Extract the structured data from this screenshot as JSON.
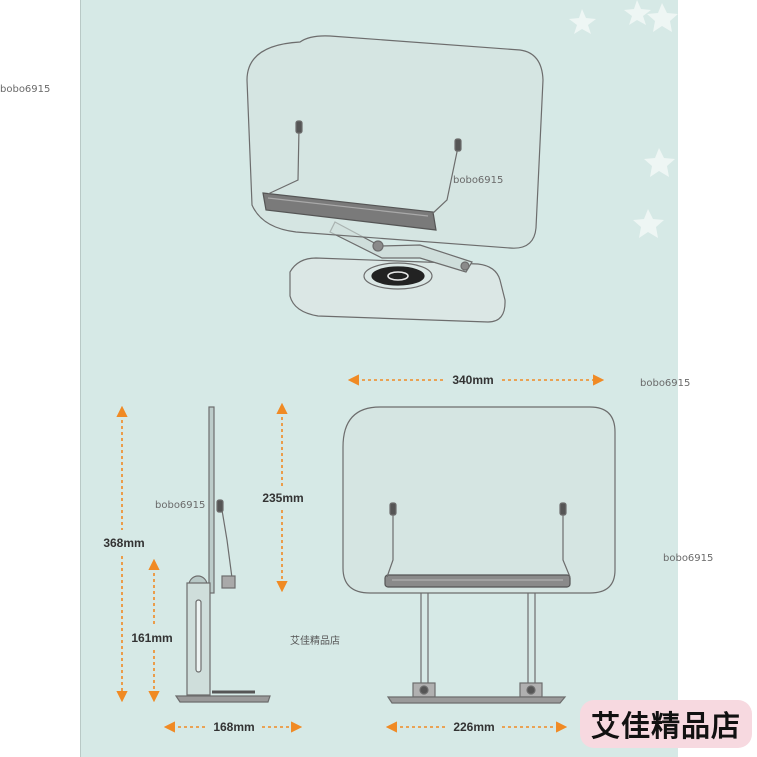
{
  "watermarks": {
    "user_id": "bobo6915",
    "shop_name_small": "艾佳精品店"
  },
  "shop_badge": {
    "label": "艾佳精品店"
  },
  "dimensions": {
    "width_top": "340mm",
    "height_total": "368mm",
    "height_panel": "235mm",
    "height_base": "161mm",
    "depth_base": "168mm",
    "width_stand": "226mm"
  },
  "colors": {
    "panel_bg": "#d6e9e6",
    "dimension_arrow": "#f08a24",
    "line_art": "#6d6d6d",
    "badge_bg": "#f7d9e0"
  },
  "icons": [
    "star-icon",
    "star-icon",
    "star-icon",
    "star-icon"
  ]
}
